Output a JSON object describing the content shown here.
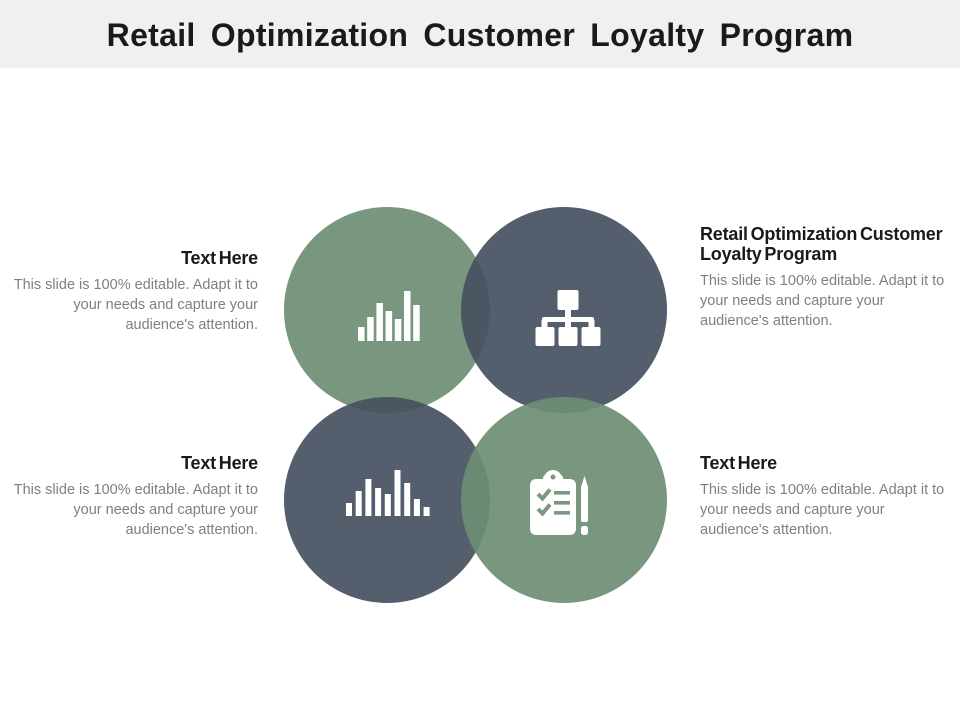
{
  "header": {
    "title": "Retail Optimization Customer Loyalty Program"
  },
  "colors": {
    "header-bg": "#F0F0EF",
    "green": "#6E8E74",
    "dark": "#475060",
    "green-solid": "#7A977F",
    "icon-white": "#FFFFFF",
    "heading": "#1A1A1A",
    "body": "#7F7F7F"
  },
  "diagram": {
    "circles": [
      {
        "position": "top-left",
        "color": "green",
        "icon": "bar-chart-icon"
      },
      {
        "position": "top-right",
        "color": "dark",
        "icon": "org-chart-icon"
      },
      {
        "position": "bottom-left",
        "color": "dark",
        "icon": "histogram-bars-icon"
      },
      {
        "position": "bottom-right",
        "color": "green",
        "icon": "clipboard-checklist-icon"
      }
    ]
  },
  "callouts": {
    "top_left": {
      "heading": "Text Here",
      "body": "This slide is 100% editable. Adapt it to your needs and capture your audience's attention."
    },
    "top_right": {
      "heading": "Retail Optimization Customer Loyalty Program",
      "body": "This slide is 100% editable. Adapt it to your needs and capture your audience's attention."
    },
    "bottom_left": {
      "heading": "Text Here",
      "body": "This slide is 100% editable. Adapt it to your needs and capture your audience's attention."
    },
    "bottom_right": {
      "heading": "Text Here",
      "body": "This slide is 100% editable. Adapt it to your needs and capture your audience's attention."
    }
  }
}
